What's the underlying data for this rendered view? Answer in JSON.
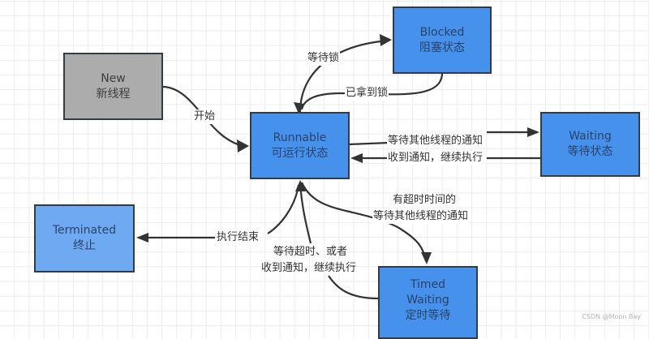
{
  "nodes": {
    "new": {
      "title": "New",
      "subtitle": "新线程"
    },
    "runnable": {
      "title": "Runnable",
      "subtitle": "可运行状态"
    },
    "blocked": {
      "title": "Blocked",
      "subtitle": "阻塞状态"
    },
    "waiting": {
      "title": "Waiting",
      "subtitle": "等待状态"
    },
    "terminated": {
      "title": "Terminated",
      "subtitle": "终止"
    },
    "timed_waiting": {
      "title": "Timed",
      "title2": "Waiting",
      "subtitle": "定时等待"
    }
  },
  "edges": {
    "start": "开始",
    "wait_lock": "等待锁",
    "got_lock": "已拿到锁",
    "wait_notify": "等待其他线程的通知",
    "got_notify": "收到通知，继续执行",
    "timed_wait_line1": "有超时时间的",
    "timed_wait_line2": "等待其他线程的通知",
    "timeout_line1": "等待超时、或者",
    "timeout_line2": "收到通知，继续执行",
    "finish": "执行结束"
  },
  "colors": {
    "state_fill": "#4591ec",
    "terminated_fill": "#6fa9f2",
    "new_fill": "#acacac",
    "border": "#333b45",
    "edge": "#333333"
  },
  "watermark": "CSDN @Moon Bay"
}
